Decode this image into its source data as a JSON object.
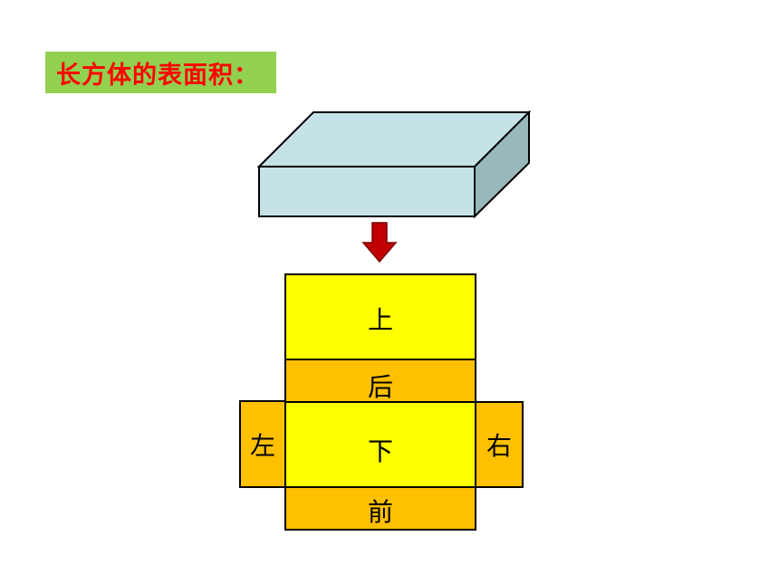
{
  "title": "长方体的表面积：",
  "colors": {
    "title_background": "#92d050",
    "title_text": "#ff0000",
    "box_front": "#c5e3e6",
    "box_top": "#c5e3e6",
    "box_side": "#98b8ba",
    "arrow": "#c00000",
    "face_main": "#ffff00",
    "face_side": "#ffc000"
  },
  "net": {
    "top": "上",
    "back": "后",
    "bottom": "下",
    "front": "前",
    "left": "左",
    "right": "右"
  }
}
